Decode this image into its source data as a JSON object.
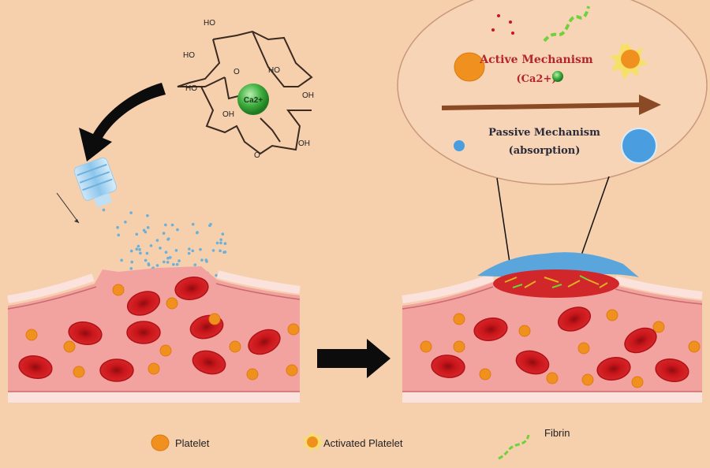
{
  "title_molecule": "Ca2+",
  "zoom_panel": {
    "active_label": "Active Mechanism",
    "active_sub": "(Ca2+)",
    "passive_label": "Passive Mechanism",
    "passive_sub": "(absorption)"
  },
  "molecule_labels": [
    "HO",
    "HO",
    "HO",
    "HO",
    "OH",
    "OH",
    "OH",
    "O",
    "O"
  ],
  "legend": {
    "platelet": "Platelet",
    "activated_platelet": "Activated Platelet",
    "fibrin": "Fibrin"
  },
  "colors": {
    "background": "#f6cfad",
    "vessel": "#f2a3a0",
    "rbc": "#c8161b",
    "platelet": "#f0901e",
    "active_text": "#b3262b",
    "arrow": "#8a4a26",
    "calcium": "#3fae3f",
    "fibrin": "#6fd23a"
  }
}
